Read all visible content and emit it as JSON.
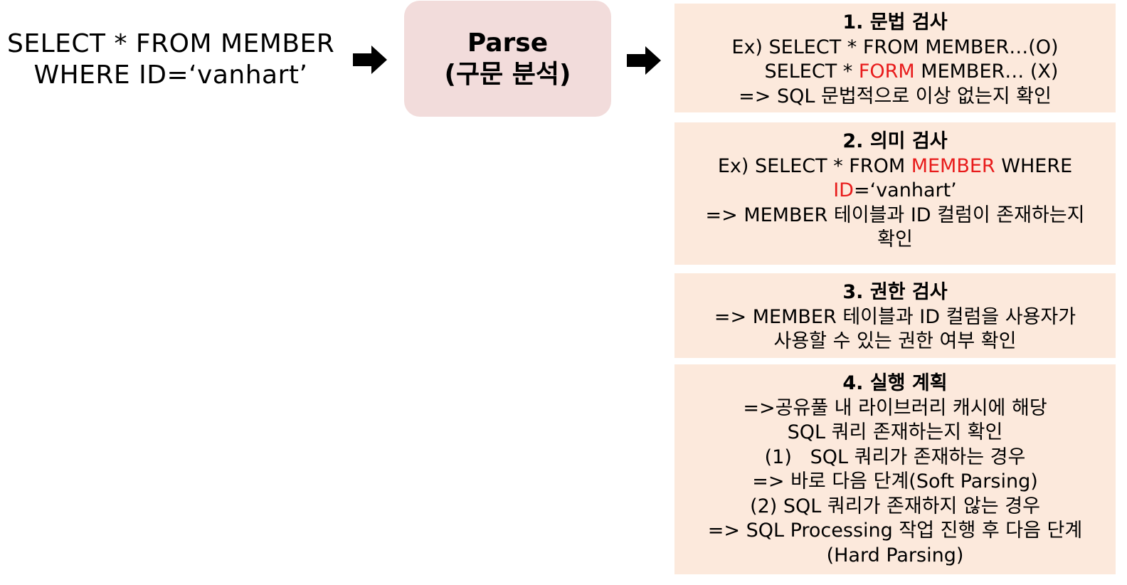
{
  "query": {
    "line1": "SELECT * FROM MEMBER",
    "line2": "WHERE ID=‘vanhart’"
  },
  "parse": {
    "title": "Parse",
    "subtitle": "(구문 분석)",
    "fill_color": "#F2DCDB"
  },
  "panel_color": "#FCE9DC",
  "highlight_color": "#E81B1B",
  "steps": [
    {
      "title": "1. 문법 검사",
      "line1": "Ex) SELECT * FROM MEMBER…(O)",
      "line2_pre": "SELECT * ",
      "line2_red": "FORM",
      "line2_post": " MEMBER… (X)",
      "line3": "=> SQL 문법적으로 이상 없는지 확인"
    },
    {
      "title": "2. 의미 검사",
      "line1_pre": "Ex) SELECT * FROM ",
      "line1_red": "MEMBER",
      "line1_post": " WHERE",
      "line2_red": "ID",
      "line2_post": "=‘vanhart’",
      "line3": "=> MEMBER 테이블과 ID 컬럼이 존재하는지",
      "line4": "확인"
    },
    {
      "title": "3. 권한 검사",
      "line1": "=> MEMBER 테이블과 ID 컬럼을 사용자가",
      "line2": "사용할 수 있는 권한 여부 확인"
    },
    {
      "title": "4. 실행 계획",
      "line1": "=>공유풀 내 라이브러리 캐시에 해당",
      "line2": "SQL 쿼리 존재하는지 확인",
      "line3": "(1)   SQL 쿼리가 존재하는 경우",
      "line4": "=> 바로 다음 단계(Soft Parsing)",
      "line5": "(2) SQL 쿼리가 존재하지 않는 경우",
      "line6": "=> SQL Processing 작업 진행 후 다음 단계",
      "line7": "(Hard Parsing)"
    }
  ],
  "icons": {
    "arrow_left": "right-arrow-icon",
    "arrow_right": "right-arrow-icon"
  }
}
